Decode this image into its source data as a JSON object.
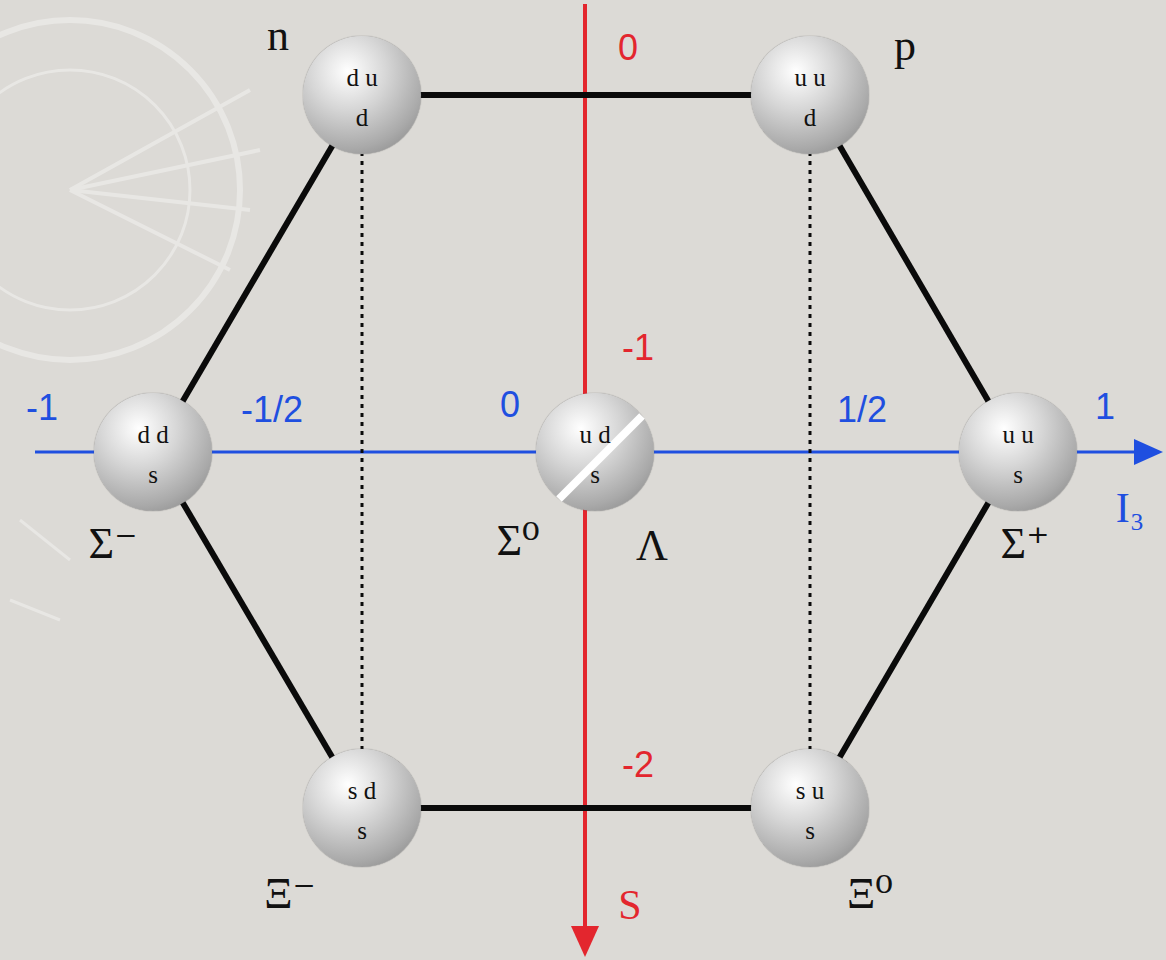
{
  "diagram": {
    "nodes": [
      {
        "text": [
          "d u d",
          "n"
        ]
      },
      {
        "text": [
          "u u d",
          "p"
        ]
      },
      {
        "text": [
          "d d s",
          "Σ⁻"
        ]
      },
      {
        "text": [
          "u d s",
          "Σ⁰",
          "Λ"
        ]
      },
      {
        "text": [
          "u u s",
          "Σ⁺"
        ]
      },
      {
        "text": [
          "s d s",
          "Ξ⁻"
        ]
      },
      {
        "text": [
          "s u s",
          "Ξ⁰"
        ]
      }
    ],
    "edges": [
      {
        "from": 0,
        "to": 1,
        "arrow": "none"
      },
      {
        "from": 1,
        "to": 4,
        "arrow": "none"
      },
      {
        "from": 4,
        "to": 6,
        "arrow": "none"
      },
      {
        "from": 6,
        "to": 5,
        "arrow": "none"
      },
      {
        "from": 5,
        "to": 2,
        "arrow": "none"
      },
      {
        "from": 2,
        "to": 0,
        "arrow": "none"
      },
      {
        "from": 0,
        "to": 5,
        "arrow": "none"
      },
      {
        "from": 1,
        "to": 6,
        "arrow": "none"
      }
    ],
    "labels": [
      "0",
      "-1",
      "-2",
      "S",
      "-1",
      "-1/2",
      "0",
      "1/2",
      "1",
      "I₃"
    ]
  }
}
